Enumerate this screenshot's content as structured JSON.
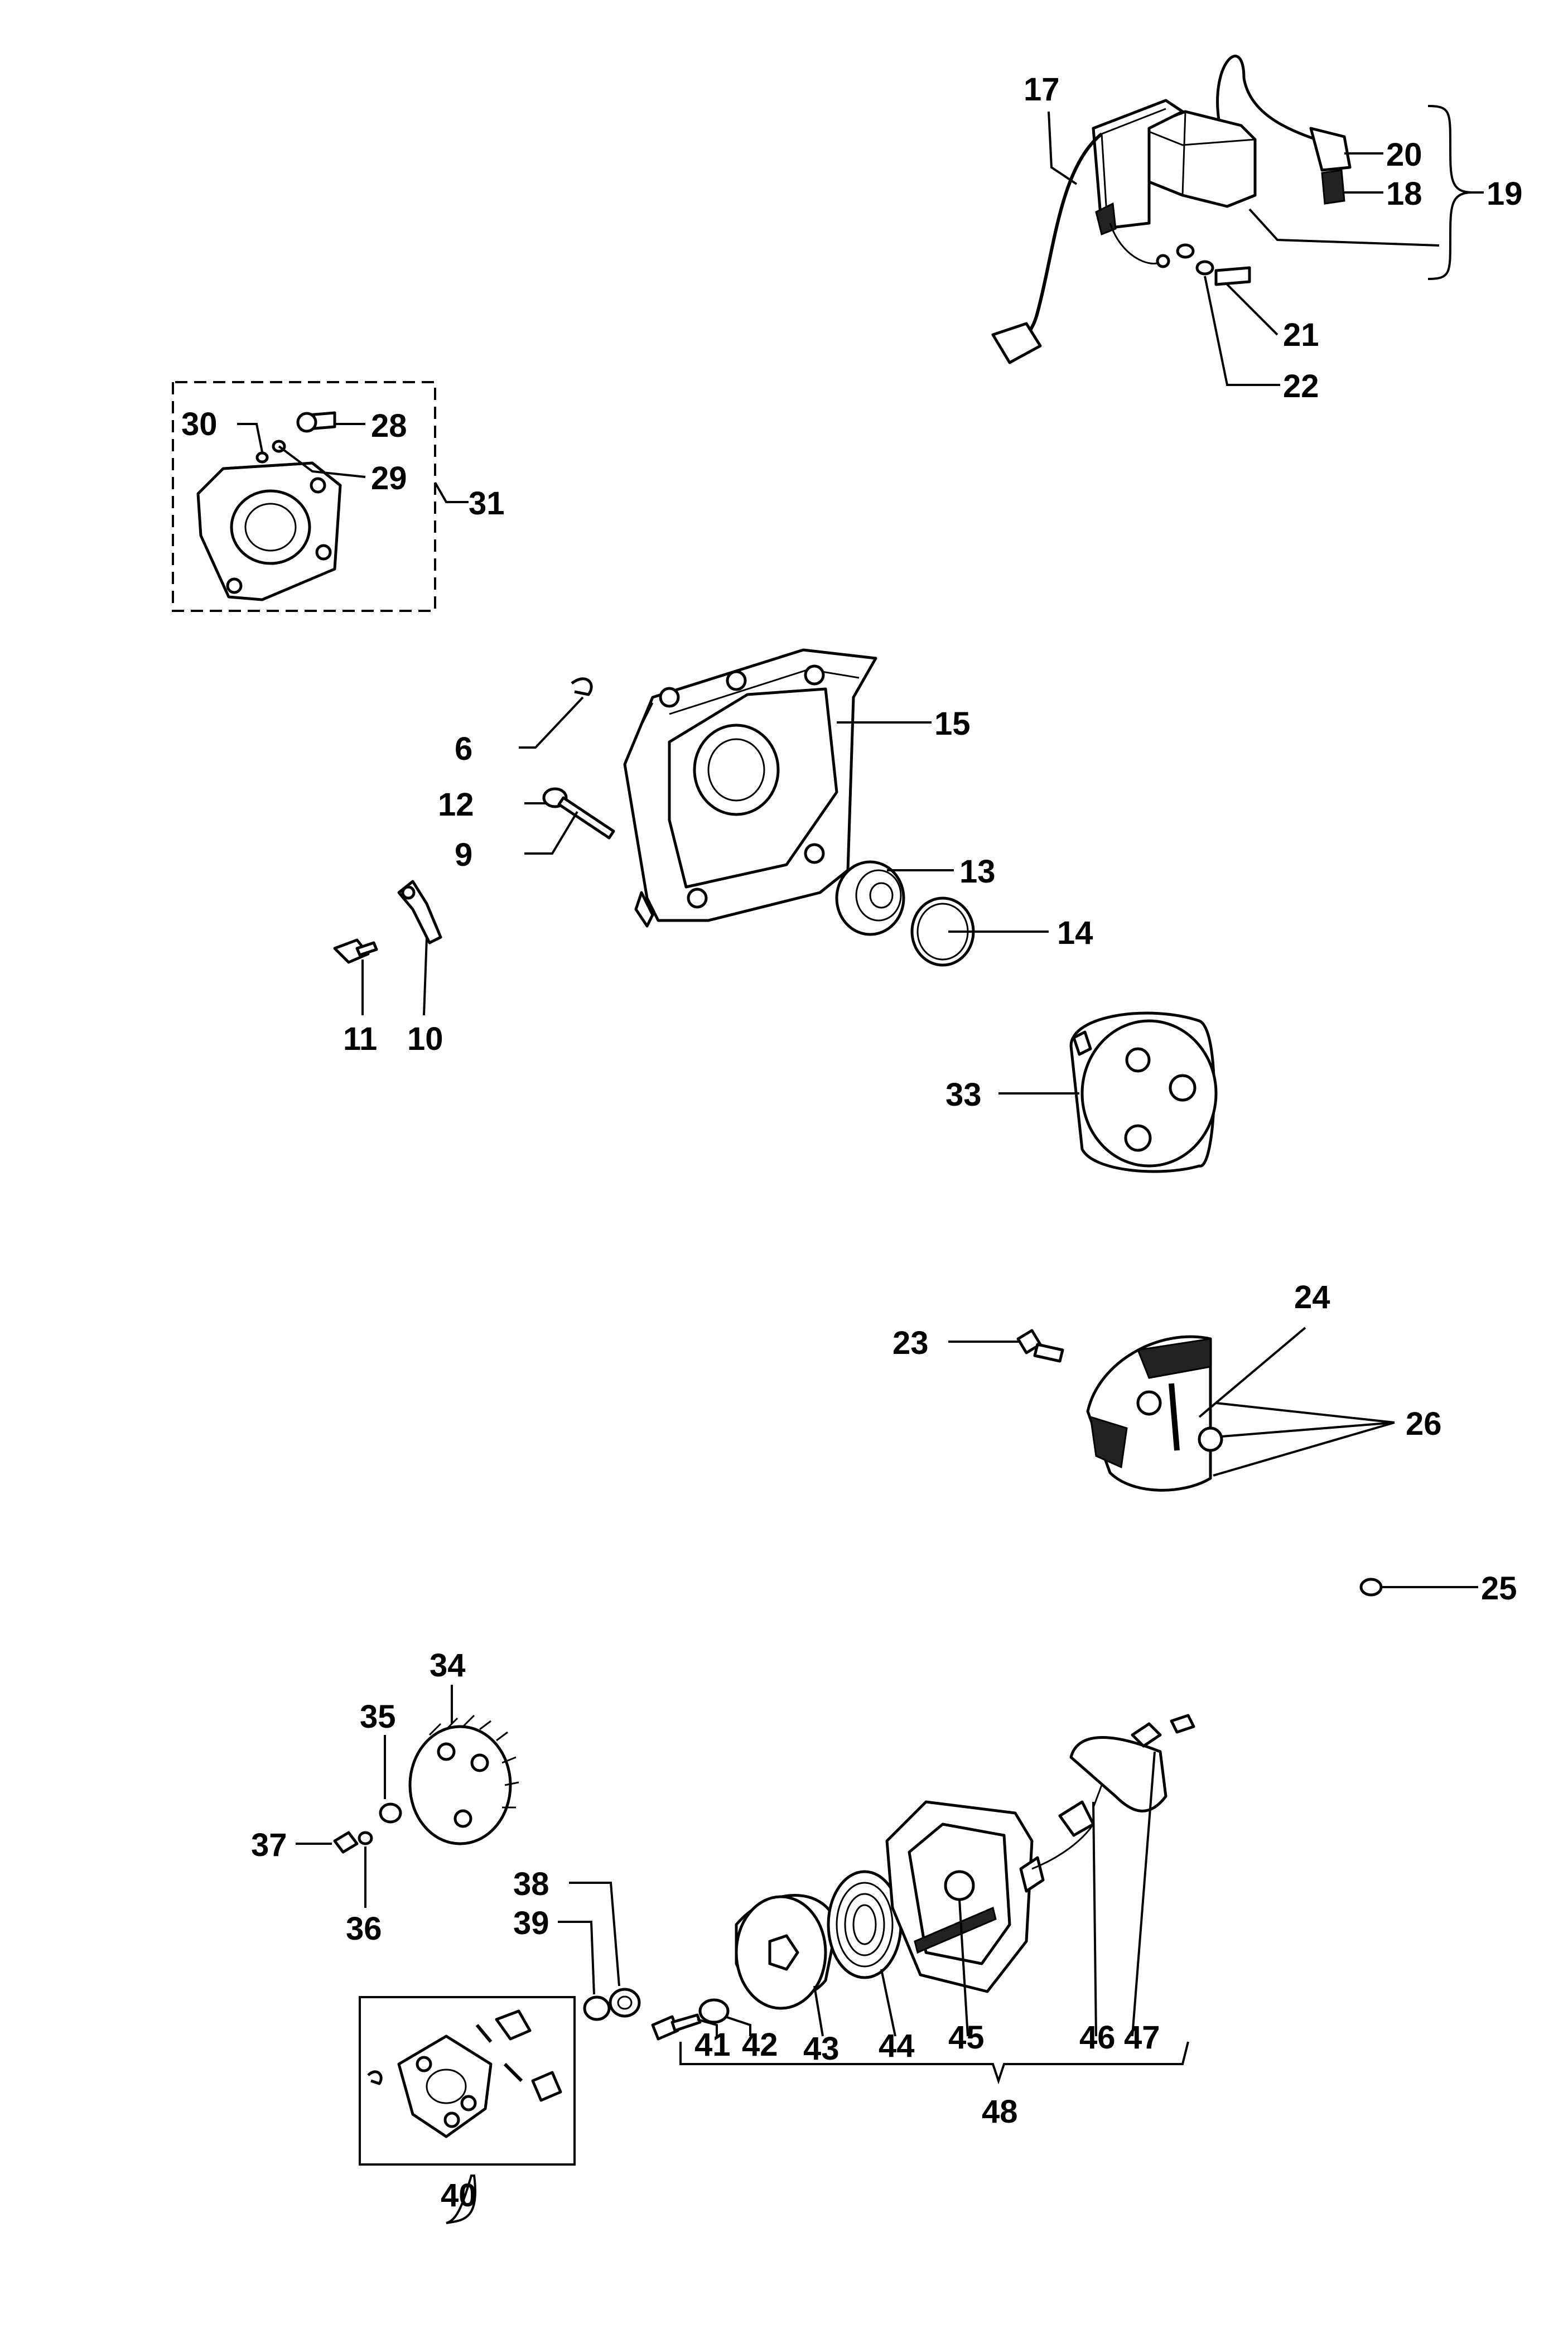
{
  "labels": {
    "l1": "17",
    "l2": "20",
    "l3": "18",
    "l4": "19",
    "l5": "21",
    "l6": "22",
    "l7": "30",
    "l8": "28",
    "l9": "29",
    "l10": "31",
    "l11": "6",
    "l12": "15",
    "l13": "12",
    "l14": "9",
    "l15": "13",
    "l16": "14",
    "l17": "11",
    "l18": "10",
    "l19": "33",
    "l20": "24",
    "l21": "23",
    "l22": "26",
    "l23": "25",
    "l24": "34",
    "l25": "35",
    "l26": "37",
    "l27": "36",
    "l28": "38",
    "l29": "39",
    "l30": "40",
    "l31": "41",
    "l32": "42",
    "l33": "43",
    "l34": "44",
    "l35": "45",
    "l36": "46",
    "l37": "47",
    "l38": "48"
  }
}
